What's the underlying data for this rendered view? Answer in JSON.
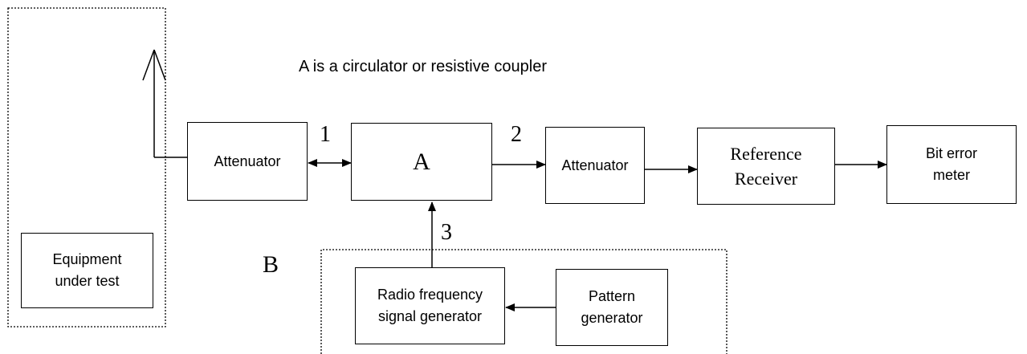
{
  "note": "A is a circulator or resistive coupler",
  "blocks": {
    "eut": "Equipment\nunder test",
    "attenuator_1": "Attenuator",
    "coupler_a": "A",
    "attenuator_2": "Attenuator",
    "reference_receiver": "Reference\nReceiver",
    "bit_error_meter": "Bit error\nmeter",
    "rf_generator": "Radio frequency\nsignal generator",
    "pattern_generator": "Pattern\ngenerator"
  },
  "port_labels": {
    "p1": "1",
    "p2": "2",
    "p3": "3"
  },
  "region_label": "B"
}
